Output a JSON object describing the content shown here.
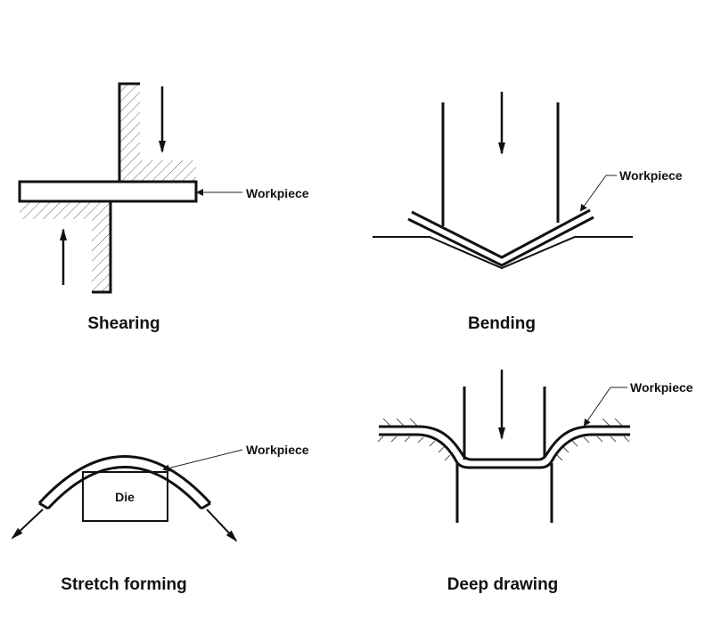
{
  "panels": {
    "shearing": {
      "title": "Shearing",
      "label": "Workpiece"
    },
    "bending": {
      "title": "Bending",
      "label": "Workpiece"
    },
    "stretch_forming": {
      "title": "Stretch forming",
      "label": "Workpiece",
      "die_label": "Die"
    },
    "deep_drawing": {
      "title": "Deep drawing",
      "label": "Workpiece"
    }
  }
}
